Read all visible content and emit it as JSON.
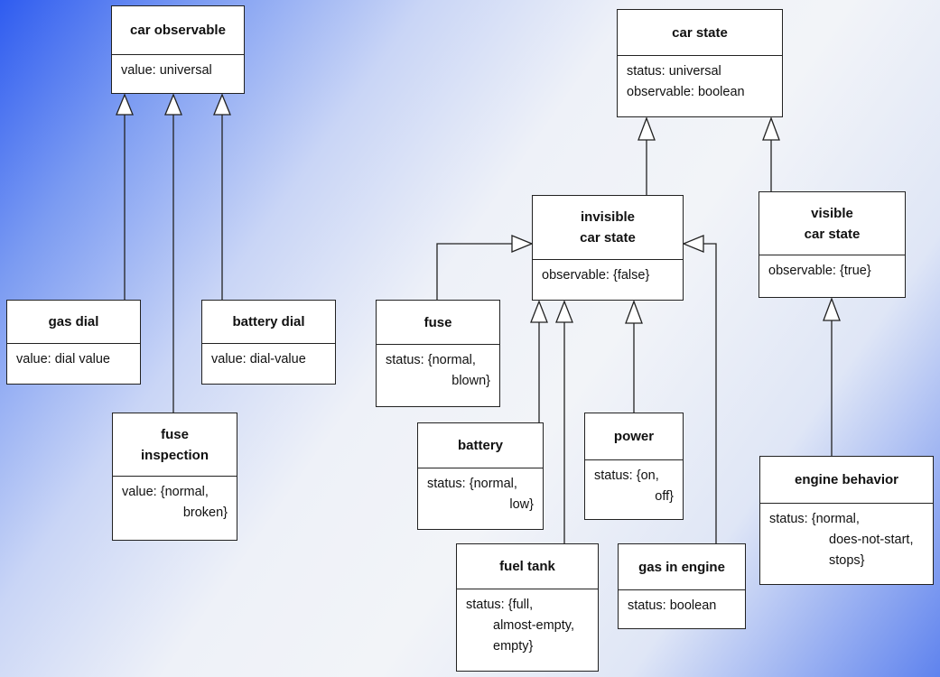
{
  "classes": {
    "car_observable": {
      "name": [
        "car observable"
      ],
      "attrs": [
        "value: universal"
      ]
    },
    "gas_dial": {
      "name": [
        "gas dial"
      ],
      "attrs": [
        "value: dial value"
      ]
    },
    "battery_dial": {
      "name": [
        "battery dial"
      ],
      "attrs": [
        "value: dial-value"
      ]
    },
    "fuse_inspection": {
      "name": [
        "fuse",
        "inspection"
      ],
      "attrs": [
        "value: {normal,",
        "broken}"
      ]
    },
    "car_state": {
      "name": [
        "car state"
      ],
      "attrs": [
        "status: universal",
        "observable: boolean"
      ]
    },
    "invisible_car_state": {
      "name": [
        "invisible",
        "car state"
      ],
      "attrs": [
        "observable: {false}"
      ]
    },
    "visible_car_state": {
      "name": [
        "visible",
        "car state"
      ],
      "attrs": [
        "observable: {true}"
      ]
    },
    "fuse": {
      "name": [
        "fuse"
      ],
      "attrs": [
        "status: {normal,",
        "blown}"
      ]
    },
    "battery": {
      "name": [
        "battery"
      ],
      "attrs": [
        "status: {normal,",
        "low}"
      ]
    },
    "power": {
      "name": [
        "power"
      ],
      "attrs": [
        "status: {on,",
        "off}"
      ]
    },
    "fuel_tank": {
      "name": [
        "fuel tank"
      ],
      "attrs": [
        "status: {full,",
        "almost-empty,",
        "empty}"
      ]
    },
    "gas_in_engine": {
      "name": [
        "gas in engine"
      ],
      "attrs": [
        "status: boolean"
      ]
    },
    "engine_behavior": {
      "name": [
        "engine behavior"
      ],
      "attrs": [
        "status: {normal,",
        "does-not-start,",
        "stops}"
      ]
    }
  },
  "colors": {
    "line": "#222222",
    "box_fill": "#ffffff"
  }
}
